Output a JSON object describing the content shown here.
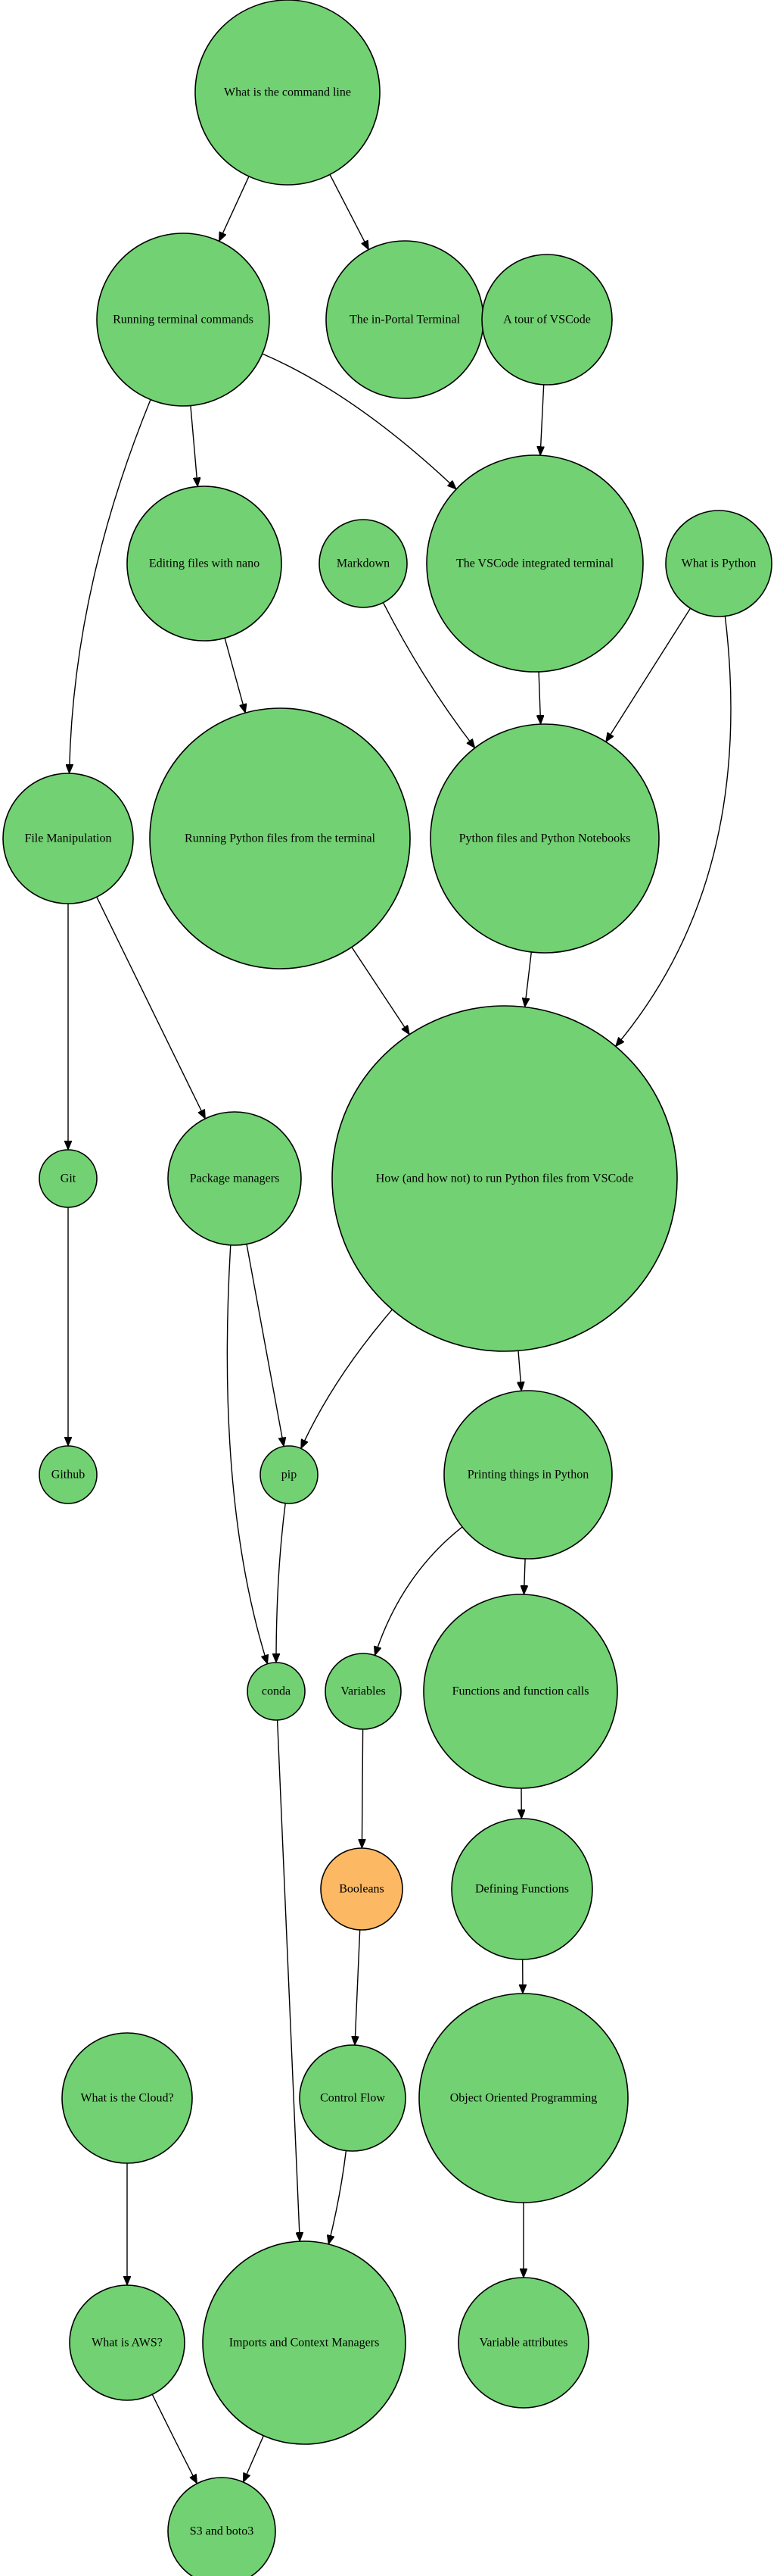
{
  "colors": {
    "node_default": "#72d172",
    "node_highlight": "#fdb863",
    "stroke": "#000000",
    "background": "#ffffff"
  },
  "nodes": [
    {
      "id": "cmdline",
      "label": "What is the command line",
      "state": "default"
    },
    {
      "id": "running_terminal",
      "label": "Running terminal commands",
      "state": "default"
    },
    {
      "id": "inportal",
      "label": "The in-Portal Terminal",
      "state": "default"
    },
    {
      "id": "vscode_tour",
      "label": "A tour of VSCode",
      "state": "default"
    },
    {
      "id": "nano",
      "label": "Editing files with nano",
      "state": "default"
    },
    {
      "id": "markdown",
      "label": "Markdown",
      "state": "default"
    },
    {
      "id": "vscode_terminal",
      "label": "The VSCode integrated terminal",
      "state": "default"
    },
    {
      "id": "what_python",
      "label": "What is Python",
      "state": "default"
    },
    {
      "id": "file_manip",
      "label": "File Manipulation",
      "state": "default"
    },
    {
      "id": "run_py_terminal",
      "label": "Running Python files from the terminal",
      "state": "default"
    },
    {
      "id": "py_files_notebooks",
      "label": "Python files and Python Notebooks",
      "state": "default"
    },
    {
      "id": "git",
      "label": "Git",
      "state": "default"
    },
    {
      "id": "pkg_managers",
      "label": "Package managers",
      "state": "default"
    },
    {
      "id": "how_run_vscode",
      "label": "How (and how not) to run Python files from VSCode",
      "state": "default"
    },
    {
      "id": "github",
      "label": "Github",
      "state": "default"
    },
    {
      "id": "pip",
      "label": "pip",
      "state": "default"
    },
    {
      "id": "printing",
      "label": "Printing things in Python",
      "state": "default"
    },
    {
      "id": "conda",
      "label": "conda",
      "state": "default"
    },
    {
      "id": "variables",
      "label": "Variables",
      "state": "default"
    },
    {
      "id": "functions",
      "label": "Functions and function calls",
      "state": "default"
    },
    {
      "id": "booleans",
      "label": "Booleans",
      "state": "highlight"
    },
    {
      "id": "defining_functions",
      "label": "Defining Functions",
      "state": "default"
    },
    {
      "id": "cloud",
      "label": "What is the Cloud?",
      "state": "default"
    },
    {
      "id": "control_flow",
      "label": "Control Flow",
      "state": "default"
    },
    {
      "id": "oop",
      "label": "Object Oriented Programming",
      "state": "default"
    },
    {
      "id": "aws",
      "label": "What is AWS?",
      "state": "default"
    },
    {
      "id": "imports",
      "label": "Imports and Context Managers",
      "state": "default"
    },
    {
      "id": "var_attrs",
      "label": "Variable attributes",
      "state": "default"
    },
    {
      "id": "s3",
      "label": "S3 and boto3",
      "state": "default"
    }
  ],
  "edges": [
    {
      "from": "cmdline",
      "to": "running_terminal"
    },
    {
      "from": "cmdline",
      "to": "inportal"
    },
    {
      "from": "running_terminal",
      "to": "file_manip"
    },
    {
      "from": "running_terminal",
      "to": "nano"
    },
    {
      "from": "running_terminal",
      "to": "vscode_terminal"
    },
    {
      "from": "vscode_tour",
      "to": "vscode_terminal"
    },
    {
      "from": "nano",
      "to": "run_py_terminal"
    },
    {
      "from": "markdown",
      "to": "py_files_notebooks"
    },
    {
      "from": "vscode_terminal",
      "to": "py_files_notebooks"
    },
    {
      "from": "what_python",
      "to": "py_files_notebooks"
    },
    {
      "from": "what_python",
      "to": "how_run_vscode"
    },
    {
      "from": "file_manip",
      "to": "git"
    },
    {
      "from": "file_manip",
      "to": "pkg_managers"
    },
    {
      "from": "run_py_terminal",
      "to": "how_run_vscode"
    },
    {
      "from": "py_files_notebooks",
      "to": "how_run_vscode"
    },
    {
      "from": "git",
      "to": "github"
    },
    {
      "from": "pkg_managers",
      "to": "pip"
    },
    {
      "from": "pkg_managers",
      "to": "conda"
    },
    {
      "from": "how_run_vscode",
      "to": "pip"
    },
    {
      "from": "how_run_vscode",
      "to": "printing"
    },
    {
      "from": "pip",
      "to": "conda"
    },
    {
      "from": "printing",
      "to": "variables"
    },
    {
      "from": "printing",
      "to": "functions"
    },
    {
      "from": "variables",
      "to": "booleans"
    },
    {
      "from": "functions",
      "to": "defining_functions"
    },
    {
      "from": "booleans",
      "to": "control_flow"
    },
    {
      "from": "defining_functions",
      "to": "oop"
    },
    {
      "from": "cloud",
      "to": "aws"
    },
    {
      "from": "conda",
      "to": "imports"
    },
    {
      "from": "control_flow",
      "to": "imports"
    },
    {
      "from": "oop",
      "to": "var_attrs"
    },
    {
      "from": "aws",
      "to": "s3"
    },
    {
      "from": "imports",
      "to": "s3"
    }
  ]
}
